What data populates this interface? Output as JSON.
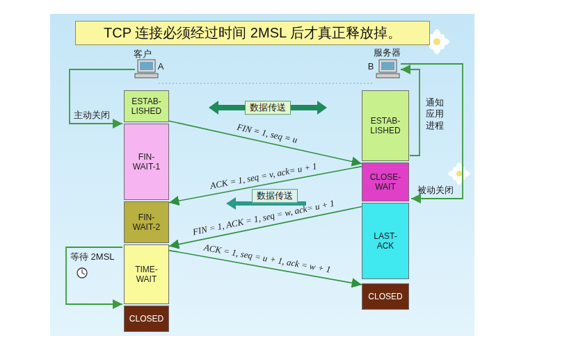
{
  "diagram": {
    "title": "TCP 连接必须经过时间 2MSL 后才真正释放掉。",
    "nodes": [
      {
        "text": [
          "ESTAB- LISHED"
        ]
      },
      {
        "text": [
          "FIN- WAIT-1"
        ]
      },
      {
        "text": [
          "FIN- WAIT-2"
        ]
      },
      {
        "text": [
          "TIME- WAIT"
        ]
      },
      {
        "text": [
          "CLOSED"
        ]
      },
      {
        "text": [
          "ESTAB- LISHED"
        ]
      },
      {
        "text": [
          "CLOSE- WAIT"
        ]
      },
      {
        "text": [
          "LAST- ACK"
        ]
      },
      {
        "text": [
          "CLOSED"
        ]
      }
    ],
    "edges": [
      {
        "from": 0,
        "to": 6,
        "arrow": "to",
        "label": "FIN = 1, seq = u"
      },
      {
        "from": 6,
        "to": 2,
        "arrow": "to",
        "label": "ACK = 1, seq = v, ack= u + 1"
      },
      {
        "from": 7,
        "to": 3,
        "arrow": "to",
        "label": "FIN = 1, ACK = 1, seq = w, ack= u + 1"
      },
      {
        "from": 3,
        "to": 8,
        "arrow": "to",
        "label": "ACK = 1, seq = u + 1, ack = w + 1"
      }
    ],
    "labels": [
      "客户",
      "A",
      "服务器",
      "B",
      "数据传送",
      "主动关闭",
      "数据传送",
      "通知 应用 进程",
      "被动关闭",
      "等待 2MSL"
    ]
  }
}
